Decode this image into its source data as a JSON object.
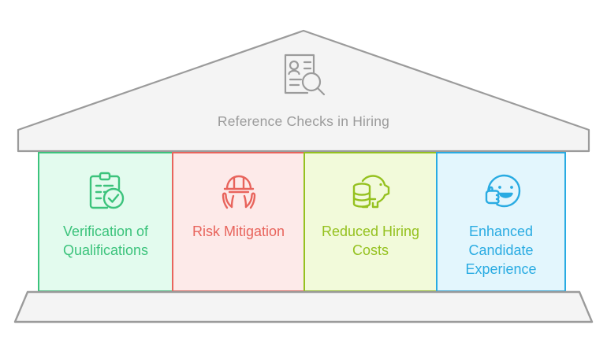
{
  "diagram": {
    "type": "temple-infographic",
    "title": "Reference Checks in Hiring",
    "title_color": "#9b9b9b",
    "roof_icon": "resume-search-icon",
    "roof_fill": "#f4f4f4",
    "roof_stroke": "#9b9b9b",
    "base_fill": "#f4f4f4",
    "base_stroke": "#9b9b9b",
    "pillars": [
      {
        "label": "Verification of\nQualifications",
        "icon": "clipboard-check-icon",
        "background": "#e3fbee",
        "accent": "#3cc37c"
      },
      {
        "label": "Risk Mitigation",
        "icon": "hardhat-hands-icon",
        "background": "#fdeae9",
        "accent": "#e8645c"
      },
      {
        "label": "Reduced Hiring\nCosts",
        "icon": "piggy-bank-coins-icon",
        "background": "#f2fada",
        "accent": "#95c11f"
      },
      {
        "label": "Enhanced\nCandidate\nExperience",
        "icon": "smiley-thumbs-up-icon",
        "background": "#e3f6fd",
        "accent": "#29ABE2"
      }
    ]
  }
}
